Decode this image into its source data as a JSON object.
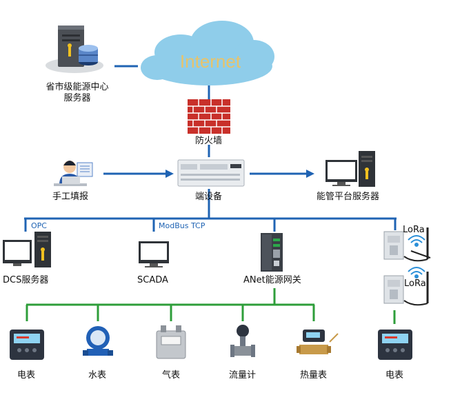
{
  "cloud": {
    "label": "Internet"
  },
  "nodes": {
    "provincial_center": {
      "line1": "省市级能源中心",
      "line2": "服务器"
    },
    "firewall": {
      "label": "防火墙"
    },
    "manual_entry": {
      "label": "手工填报"
    },
    "terminal_device": {
      "label": "端设备"
    },
    "energy_platform": {
      "label": "能管平台服务器"
    },
    "dcs": {
      "label": "DCS服务器"
    },
    "scada": {
      "label": "SCADA"
    },
    "anet_gateway": {
      "label": "ANet能源网关"
    }
  },
  "protocols": {
    "opc": "OPC",
    "modbus": "ModBus TCP"
  },
  "lora": {
    "top": "LoRa",
    "bottom": "LoRa"
  },
  "meters": {
    "electric": "电表",
    "water": "水表",
    "gas": "气表",
    "flow": "流量计",
    "heat": "热量表",
    "electric_lora": "电表"
  },
  "colors": {
    "blue_line": "#1f63b3",
    "green_line": "#2e9e3a",
    "cloud": "#8fcdea",
    "brick": "#c8302a"
  }
}
